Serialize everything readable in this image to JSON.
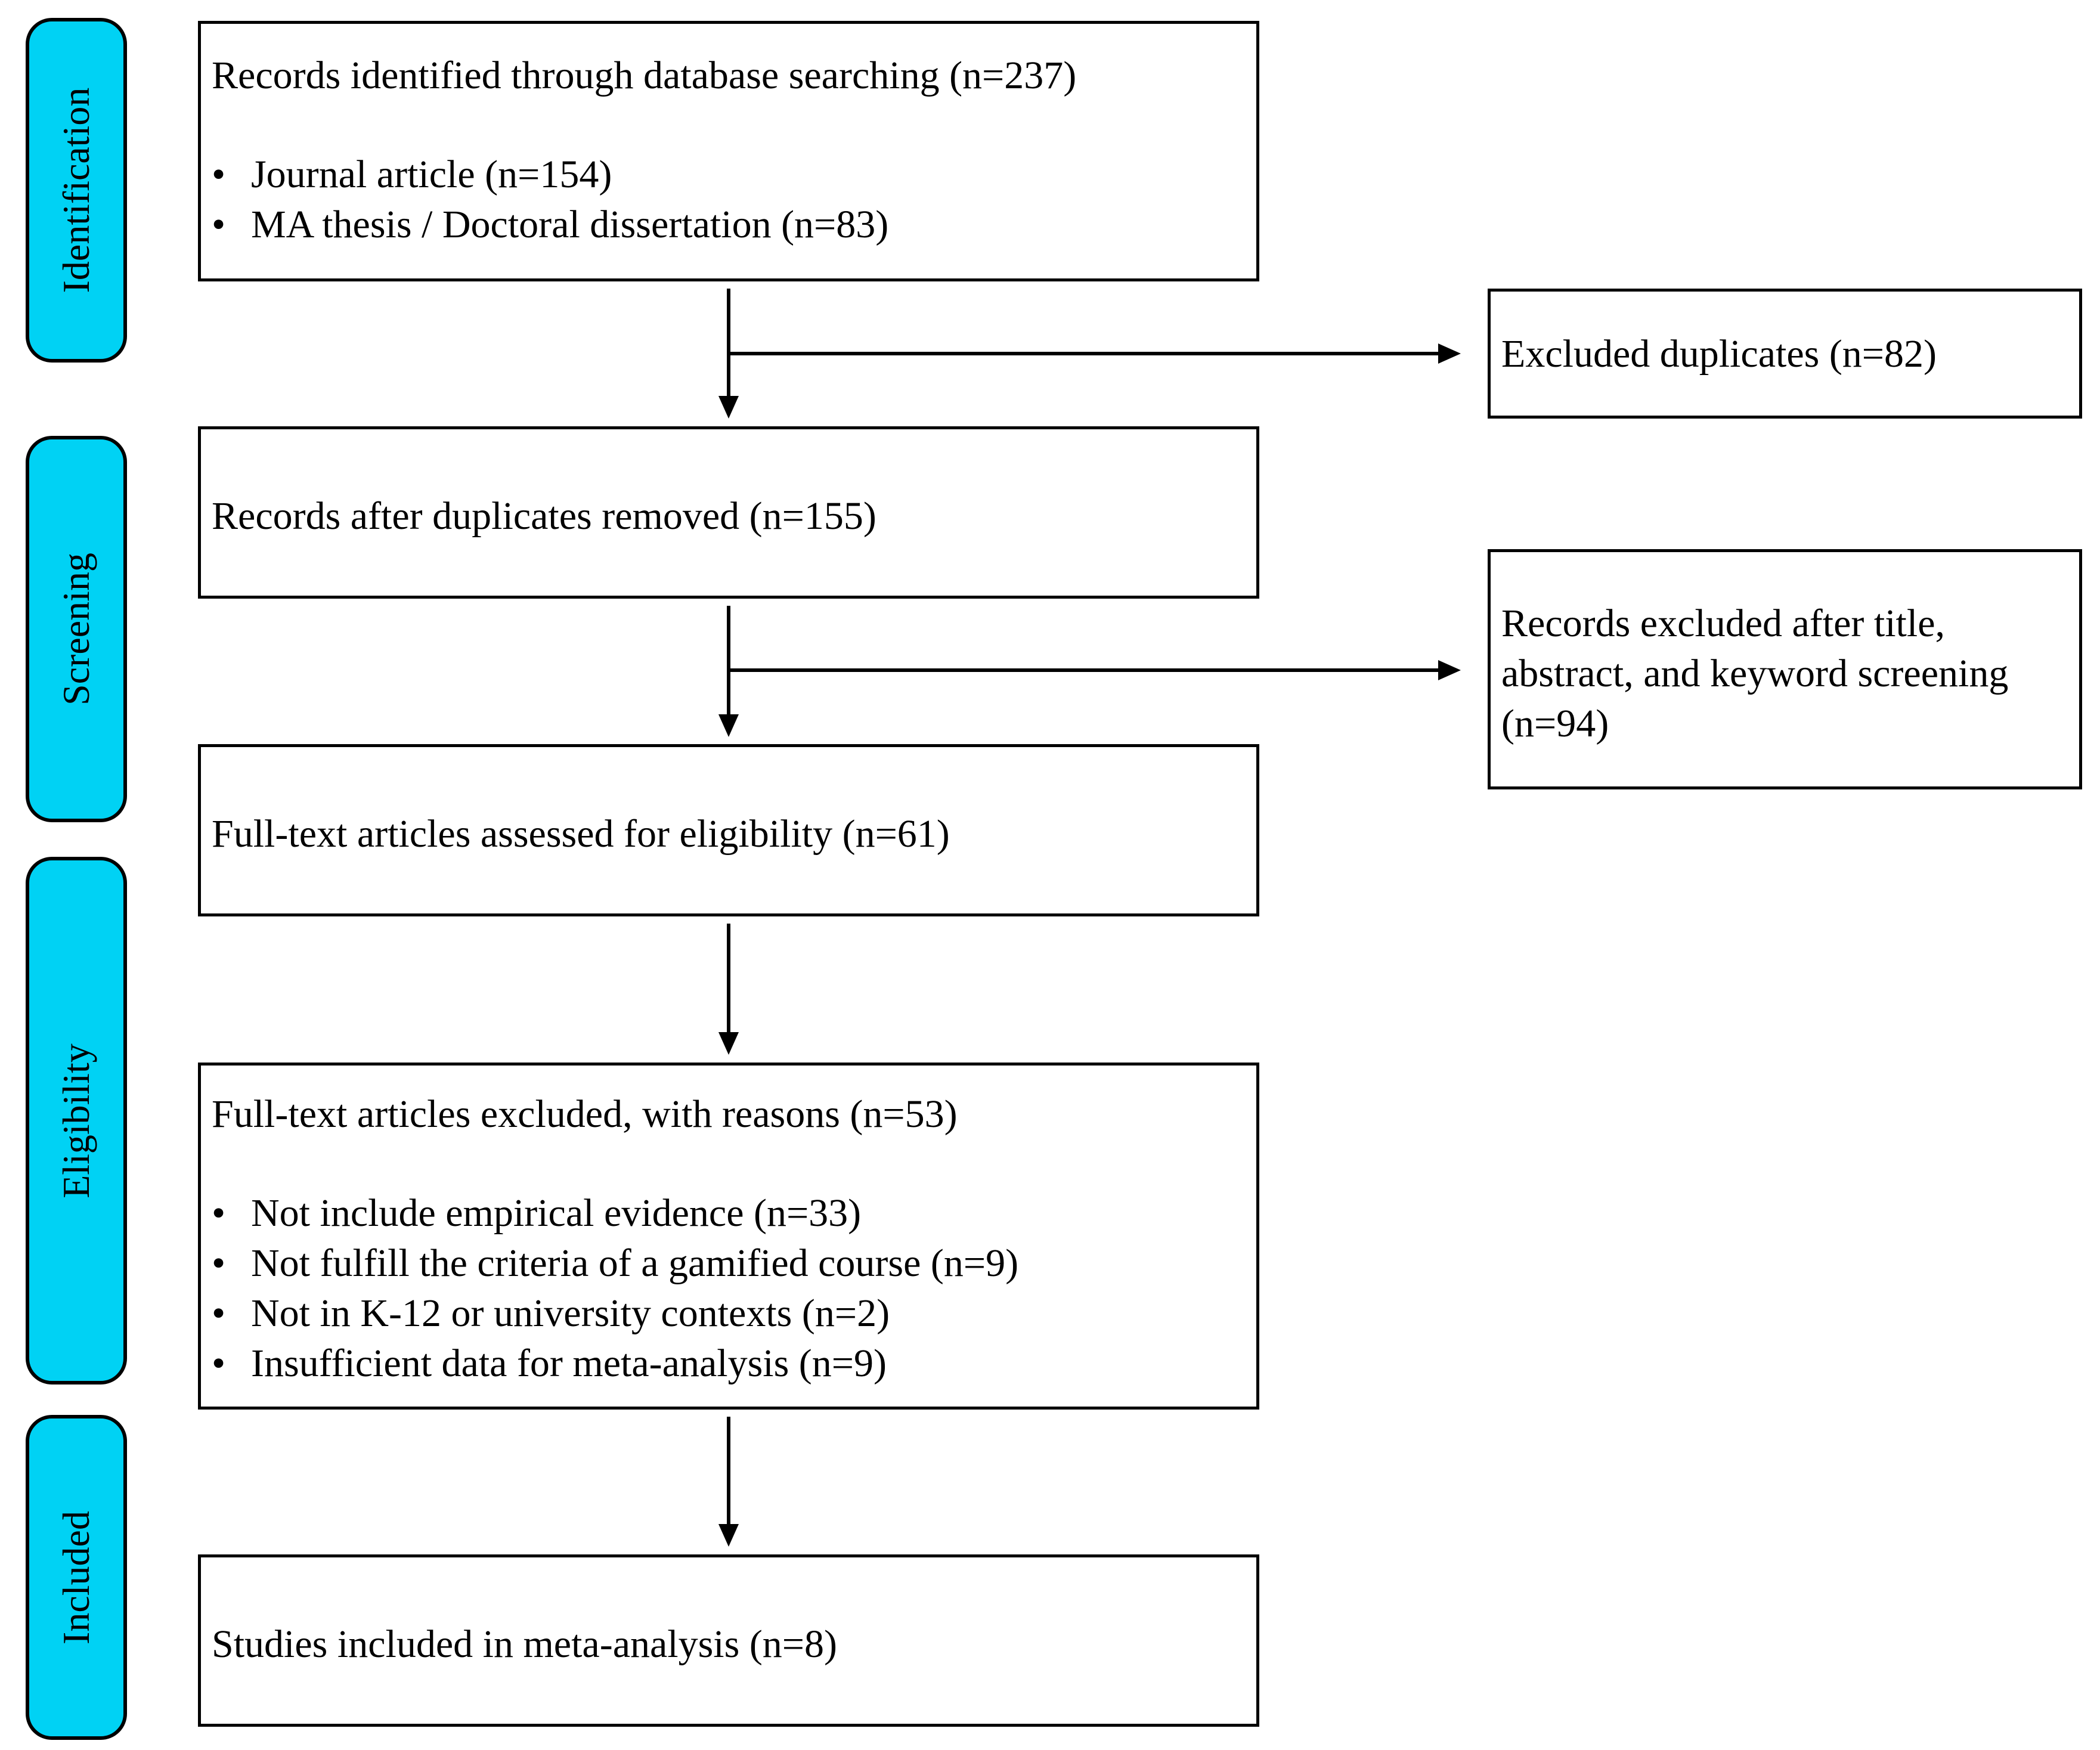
{
  "phases": [
    {
      "label": "Identification"
    },
    {
      "label": "Screening"
    },
    {
      "label": "Eligibility"
    },
    {
      "label": "Included"
    }
  ],
  "boxes": {
    "identified": {
      "title": "Records identified through database searching (n=237)",
      "bullets": [
        "Journal article (n=154)",
        "MA thesis / Doctoral dissertation (n=83)"
      ]
    },
    "duplicates_excluded": {
      "title": "Excluded duplicates (n=82)"
    },
    "after_duplicates": {
      "title": "Records after duplicates removed (n=155)"
    },
    "screening_excluded": {
      "lines": [
        "Records excluded after title,",
        "abstract, and keyword screening",
        "(n=94)"
      ]
    },
    "full_text_assessed": {
      "title": "Full-text articles assessed for eligibility (n=61)"
    },
    "full_text_excluded": {
      "title": "Full-text articles excluded, with reasons (n=53)",
      "bullets": [
        "Not include empirical evidence (n=33)",
        "Not fulfill the criteria of a gamified course (n=9)",
        "Not in K-12 or university contexts (n=2)",
        "Insufficient data for meta-analysis (n=9)"
      ]
    },
    "included": {
      "title": "Studies included in meta-analysis (n=8)"
    }
  },
  "bullet_glyph": "•",
  "colors": {
    "phase_fill": "#00d2f4",
    "line": "#000000",
    "box_fill": "#ffffff"
  }
}
